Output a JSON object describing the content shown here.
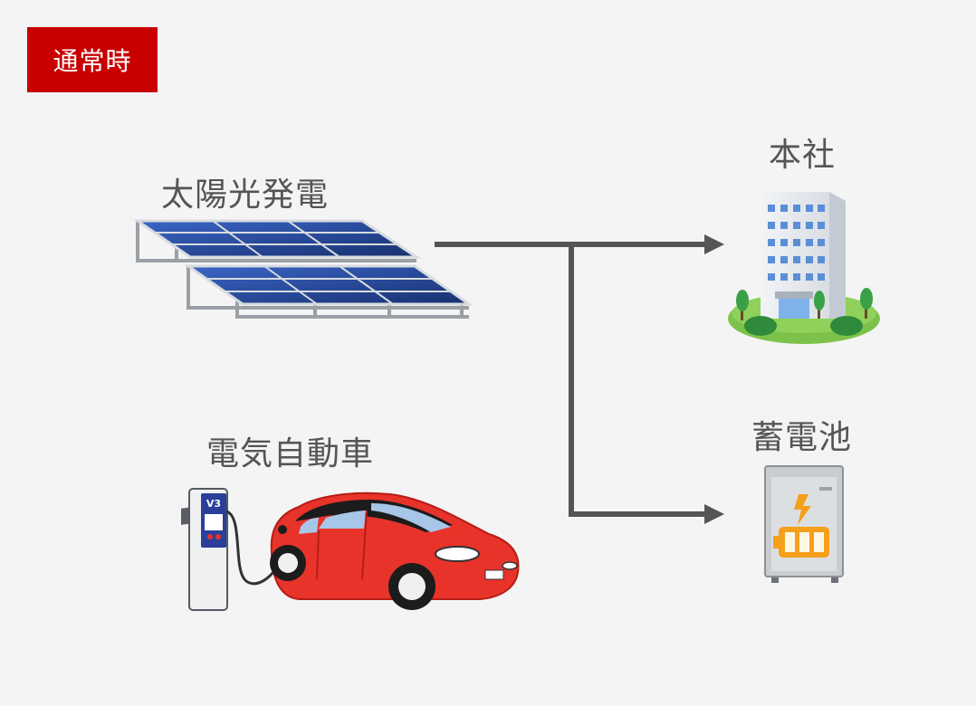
{
  "badge": {
    "text": "通常時"
  },
  "nodes": {
    "solar": {
      "label": "太陽光発電"
    },
    "headquarters": {
      "label": "本社"
    },
    "battery": {
      "label": "蓄電池"
    },
    "ev": {
      "label": "電気自動車"
    },
    "charger": {
      "label": "V3"
    }
  },
  "colors": {
    "badge": "#c80000",
    "background": "#f4f4f4",
    "flow_line": "#555555",
    "car": "#e8332a",
    "panel": "#1f3a8a",
    "battery_accent": "#f5a01a"
  }
}
